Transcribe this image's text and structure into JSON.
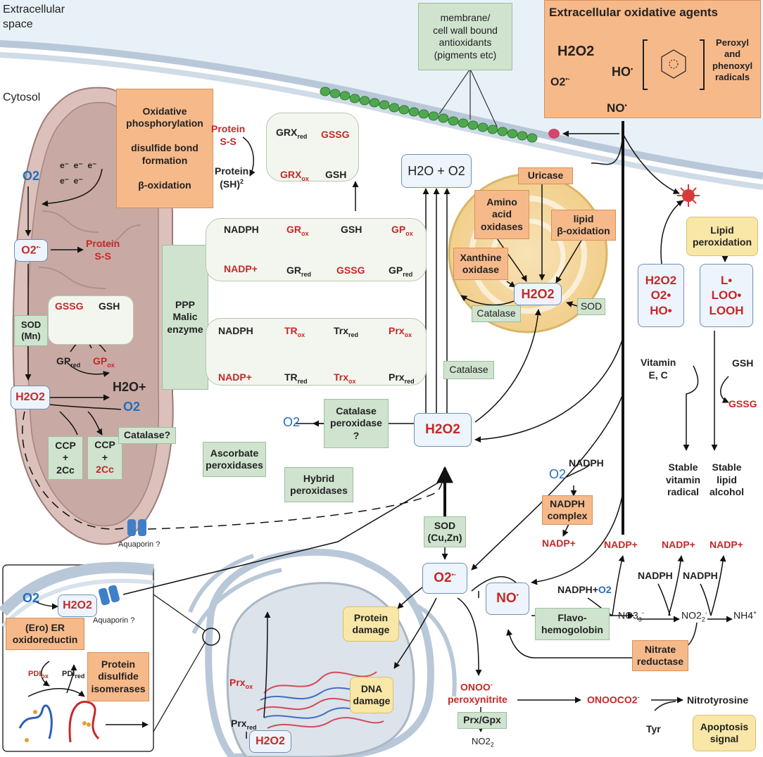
{
  "compartments": {
    "extracellular": "Extracellular\nspace",
    "cytosol": "Cytosol"
  },
  "extracellular_box": {
    "title": "Extracellular oxidative agents",
    "h2o2": "H2O2",
    "o2": "O2",
    "ho": "HO",
    "no": "NO",
    "radicals": "Peroxyl\nand\nphenoxyl\nradicals"
  },
  "membrane_antioxidants": "membrane/\ncell wall bound\nantioxidants\n(pigments etc)",
  "mito": {
    "ox_box": "Oxidative\nphosphorylation\n\ndisulfide bond\nformation\n\nβ-oxidation",
    "o2": "O2",
    "electrons": "e⁻  e⁻  e⁻\ne⁻  e⁻",
    "superoxide": "O2",
    "protein_ss": "Protein\nS-S",
    "sod_mn": "SOD\n(Mn)",
    "gssg": "GSSG",
    "gsh": "GSH",
    "gp_red": "GP",
    "gp_ox": "GP",
    "h2o2": "H2O2",
    "h2o_plus": "H2O+",
    "o2_out": "O2",
    "ccp1": "CCP\n+\n2Cc",
    "ccp2_top": "CCP\n+",
    "ccp2_bottom": "2Cc",
    "catalase": "Catalase?"
  },
  "grx": {
    "protein_ss": "Protein\nS-S",
    "protein_sh": "Protein\n(SH)",
    "grx_red": "GRX",
    "grx_ox": "GRX",
    "gssg": "GSSG",
    "gsh": "GSH"
  },
  "h2o_o2": "H2O + O2",
  "ppp_box": "PPP\nMalic\nenzyme",
  "gr_cycle": {
    "nadph": "NADPH",
    "nadp": "NADP+",
    "gr_ox": "GR",
    "gr_red": "GR",
    "gsh": "GSH",
    "gssg": "GSSG",
    "gp_ox": "GP",
    "gp_red": "GP"
  },
  "tr_cycle": {
    "nadph": "NADPH",
    "nadp": "NADP+",
    "tr_ox": "TR",
    "tr_red": "TR",
    "trx_red": "Trx",
    "trx_ox": "Trx",
    "prx_ox": "Prx",
    "prx_red": "Prx"
  },
  "peroxisome": {
    "uricase": "Uricase",
    "amino": "Amino\nacid\noxidases",
    "lipid_beta": "lipid\nβ-oxidation",
    "xanthine": "Xanthine\noxidase",
    "h2o2": "H2O2",
    "catalase": "Catalase",
    "sod": "SOD"
  },
  "catalase_label": "Catalase",
  "cat_perox": "Catalase\nperoxidase\n?",
  "o2_left": "O2",
  "h2o2_center": "H2O2",
  "ascorbate": "Ascorbate\nperoxidases",
  "hybrid": "Hybrid\nperoxidases",
  "sod_cuzn": "SOD\n(Cu,Zn)",
  "superoxide_center": "O2",
  "aquaporin": "Aquaporin ?",
  "lipid": {
    "peroxidation": "Lipid\nperoxidation",
    "ros": "H2O2\nO2•\nHO•",
    "radicals": "L•\nLOO•\nLOOH",
    "vitamin": "Vitamin\nE, C",
    "gsh": "GSH",
    "gssg": "GSSG",
    "stable_vitamin": "Stable\nvitamin\nradical",
    "stable_lipid": "Stable\nlipid\nalcohol"
  },
  "nadph_complex": {
    "o2": "O2",
    "nadph": "NADPH",
    "box": "NADPH\ncomplex",
    "nadp": "NADP+"
  },
  "nitrogen": {
    "no": "NO",
    "nadph_o2": "NADPH+",
    "o2": "O2",
    "flavo": "Flavo-\nhemogolobin",
    "no3": "NO3",
    "no2": "NO2",
    "nh4": "NH4",
    "nadph1": "NADPH",
    "nadph2": "NADPH",
    "nadp1": "NADP+",
    "nadp2": "NADP+",
    "nadp3": "NADP+",
    "nitrate_red": "Nitrate\nreductase"
  },
  "damage": {
    "protein": "Protein\ndamage",
    "dna": "DNA\ndamage"
  },
  "peroxynitrite": {
    "onoo": "ONOO",
    "label": "peroxynitrite",
    "prx_gpx": "Prx/Gpx",
    "no2": "NO2",
    "onoocoo": "ONOOCO2",
    "nitrotyrosine": "Nitrotyrosine",
    "tyr": "Tyr",
    "apoptosis": "Apoptosis\nsignal"
  },
  "er_inset": {
    "o2": "O2",
    "h2o2": "H2O2",
    "aquaporin": "Aquaporin ?",
    "ero": "(Ero) ER\noxidoreductin",
    "pdi_ox": "PDI",
    "pdi_red": "PDI",
    "isomerases": "Protein\ndisulfide\nisomerases"
  },
  "nucleus": {
    "prx_ox": "Prx",
    "prx_red": "Prx",
    "h2o2": "H2O2"
  }
}
